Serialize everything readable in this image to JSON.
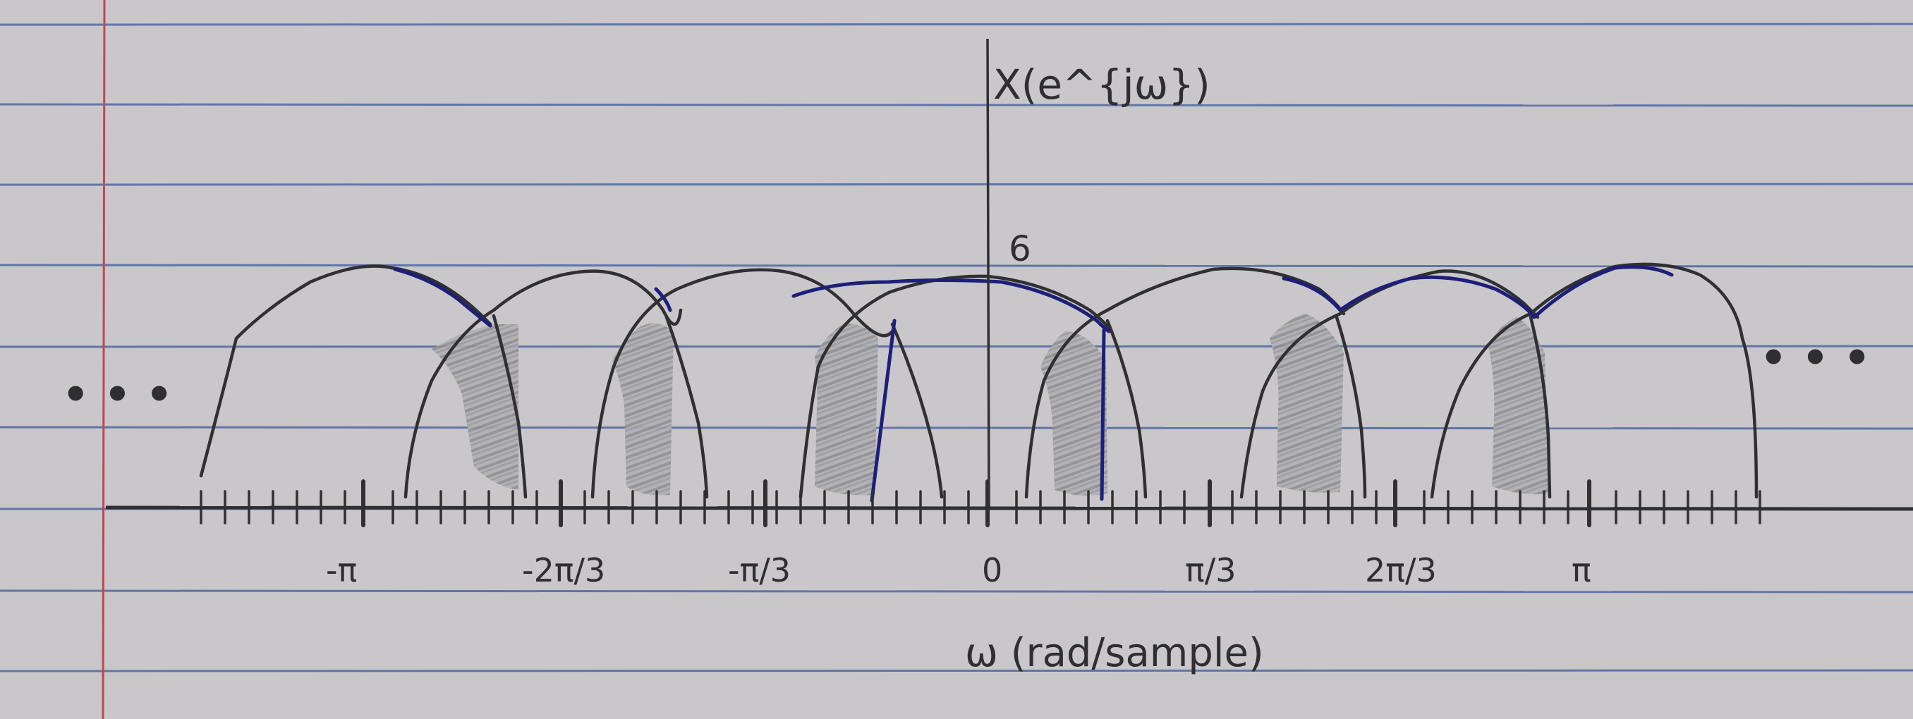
{
  "diagram": {
    "y_axis_label": "X(e^{jω})",
    "peak_label": "6",
    "x_axis_label": "ω (rad/sample)",
    "tick_labels": [
      "-π",
      "-2π/3",
      "-π/3",
      "0",
      "π/3",
      "2π/3",
      "π"
    ],
    "ellipsis_left": "• • •",
    "ellipsis_right": "• • •"
  },
  "colors": {
    "paper": "#c9c7c9",
    "rule_line": "#3f5a9c",
    "margin_line": "#c0484c",
    "pencil": "#2f2f34",
    "ink_blue": "#1d1f7a",
    "shade": "#8f8e92"
  }
}
